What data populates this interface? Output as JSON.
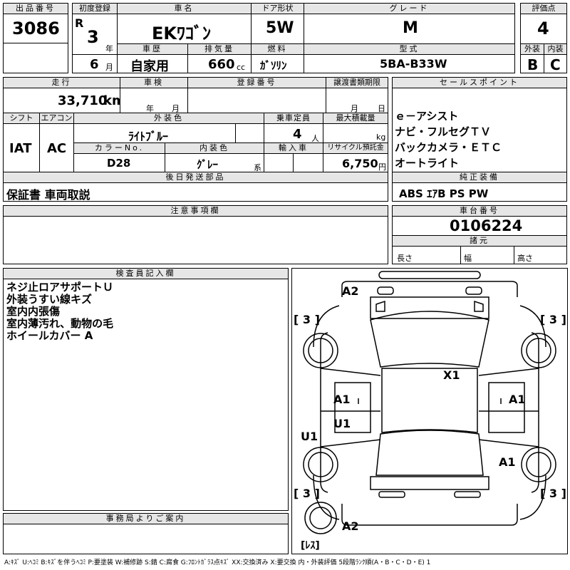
{
  "header": {
    "lot_no_label": "出品番号",
    "lot_no": "3086",
    "first_reg_label": "初度登録",
    "era": "R",
    "reg_year": "3",
    "year_unit": "年",
    "reg_month": "6",
    "month_unit": "月",
    "name_label": "車名",
    "name": "EKﾜｺﾞﾝ",
    "history_label": "車歴",
    "history": "自家用",
    "displacement_label": "排気量",
    "displacement": "660",
    "displacement_unit": "cc",
    "door_label": "ドア形状",
    "door": "5W",
    "fuel_label": "燃料",
    "fuel": "ｶﾞｿﾘﾝ",
    "grade_label": "グレード",
    "grade": "M",
    "model_label": "型式",
    "model": "5BA-B33W",
    "score_label": "評価点",
    "score": "4",
    "ext_label": "外装",
    "ext": "B",
    "int_label": "内装",
    "int": "C"
  },
  "row2": {
    "mileage_label": "走行",
    "mileage": "33,710",
    "mileage_unit": "km",
    "inspection_label": "車検",
    "insp_year": "年",
    "insp_month": "月",
    "reg_no_label": "登録番号",
    "transfer_label": "譲渡書類期限",
    "transfer_month": "月",
    "transfer_day": "日"
  },
  "sales_points": {
    "label": "セールスポイント",
    "items": [
      "ｅ－アシスト",
      "ナビ・フルセグＴＶ",
      "バックカメラ・ＥＴＣ",
      "オートライト"
    ]
  },
  "spec": {
    "shift_label": "シフト",
    "shift": "IAT",
    "ac_label": "エアコン",
    "ac": "AC",
    "ext_color_label": "外装色",
    "ext_color": "ﾗｲﾄﾌﾞﾙｰ",
    "capacity_label": "乗車定員",
    "capacity": "4",
    "capacity_unit": "人",
    "load_label": "最大積載量",
    "load_unit": "kg",
    "color_no_label": "カラーNo.",
    "color_no": "D28",
    "int_color_label": "内装色",
    "int_color": "ｸﾞﾚｰ",
    "int_color_unit": "系",
    "import_label": "輸入車",
    "recycle_label": "リサイクル預託金",
    "recycle": "6,750",
    "recycle_unit": "円"
  },
  "later_parts": {
    "label": "後日発送部品",
    "value": "保証書 車両取説"
  },
  "options": {
    "label": "純正装備",
    "value": "ABS ｴｱB PS PW"
  },
  "notes": {
    "label": "注意事項欄"
  },
  "chassis": {
    "label": "車台番号",
    "value": "0106224",
    "dims_label": "諸元",
    "length": "長さ",
    "width": "幅",
    "height": "高さ"
  },
  "inspector": {
    "label": "検査員記入欄",
    "lines": [
      "ネジ止ロアサポートＵ",
      "外装うすい線キズ",
      "室内内張傷",
      "室内薄汚れ、動物の毛",
      "ホイールカバー A"
    ]
  },
  "office": {
    "label": "事務局よりご案内"
  },
  "diagram": {
    "marks": {
      "front_top": "A2",
      "wheel_fl": "[ 3 ]",
      "wheel_fr": "[ 3 ]",
      "roof": "X1",
      "left_front_door": "A1",
      "right_front_door": "A1",
      "left_rear_door": "U1",
      "left_side": "U1",
      "right_rear": "A1",
      "wheel_rl": "[ 3 ]",
      "wheel_rr": "[ 3 ]",
      "rear_bottom": "A2",
      "no_spare": "[ﾚｽ]"
    }
  },
  "legend": "A:ｷｽﾞ U:ﾍｺﾐ B:ｷｽﾞを伴うﾍｺﾐ P:要塗装 W:補修跡 S:錆 C:腐食 G:ﾌﾛﾝﾄｶﾞﾗｽ点ｷｽﾞ XX:交換済み X:要交換 内・外装評価 5段階ﾗﾝｸ順(A・B・C・D・E) 1"
}
